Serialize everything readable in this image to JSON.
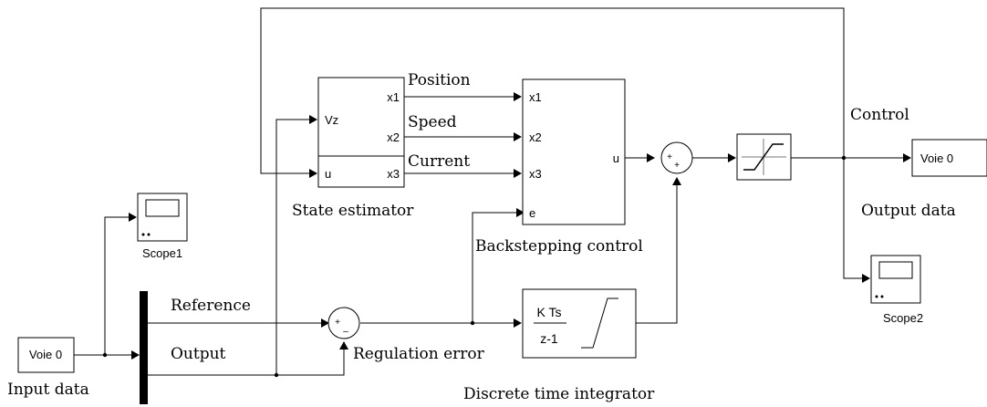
{
  "blocks": {
    "input_source": {
      "text": "Voie 0",
      "caption": "Input data"
    },
    "scope1": {
      "caption": "Scope1"
    },
    "mux": {},
    "state_estimator": {
      "ports_in": [
        "Vz",
        "u"
      ],
      "ports_out": [
        "x1",
        "x2",
        "x3"
      ],
      "caption": "State estimator"
    },
    "backstepping": {
      "ports_in": [
        "x1",
        "x2",
        "x3",
        "e"
      ],
      "port_out": "u",
      "caption": "Backstepping control"
    },
    "sum_error": {
      "signs": [
        "+",
        "–"
      ]
    },
    "sum_control": {
      "signs": [
        "+",
        "+"
      ]
    },
    "saturation": {},
    "integrator": {
      "numerator": "K Ts",
      "denominator": "z-1",
      "caption": "Discrete time integrator"
    },
    "output_sink": {
      "text": "Voie 0",
      "caption": "Output data"
    },
    "scope2": {
      "caption": "Scope2"
    }
  },
  "signals": {
    "reference": "Reference",
    "output": "Output",
    "regulation_error": "Regulation error",
    "position": "Position",
    "speed": "Speed",
    "current": "Current",
    "control": "Control"
  }
}
